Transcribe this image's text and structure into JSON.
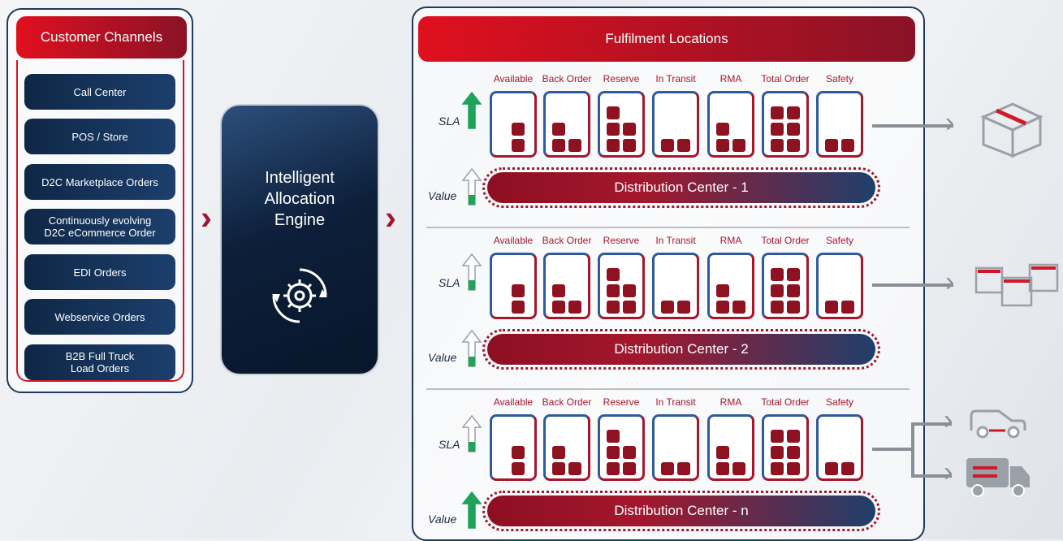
{
  "customer_channels": {
    "title": "Customer Channels",
    "items": [
      "Call Center",
      "POS / Store",
      "D2C Marketplace Orders",
      "Continuously evolving\nD2C eCommerce Order",
      "EDI Orders",
      "Webservice Orders",
      "B2B Full Truck\nLoad Orders"
    ]
  },
  "engine": {
    "title": "Intelligent\nAllocation\nEngine"
  },
  "fulfilment": {
    "title": "Fulfilment Locations",
    "columns": [
      "Available",
      "Back Order",
      "Reserve",
      "In Transit",
      "RMA",
      "Total Order",
      "Safety"
    ],
    "sla_label": "SLA",
    "value_label": "Value",
    "centers": [
      {
        "name": "Distribution Center - 1"
      },
      {
        "name": "Distribution Center - 2"
      },
      {
        "name": "Distribution Center - n"
      }
    ]
  },
  "colors": {
    "brand_red": "#d01828",
    "navy": "#0f2746",
    "arrow_green": "#1fa25a"
  }
}
